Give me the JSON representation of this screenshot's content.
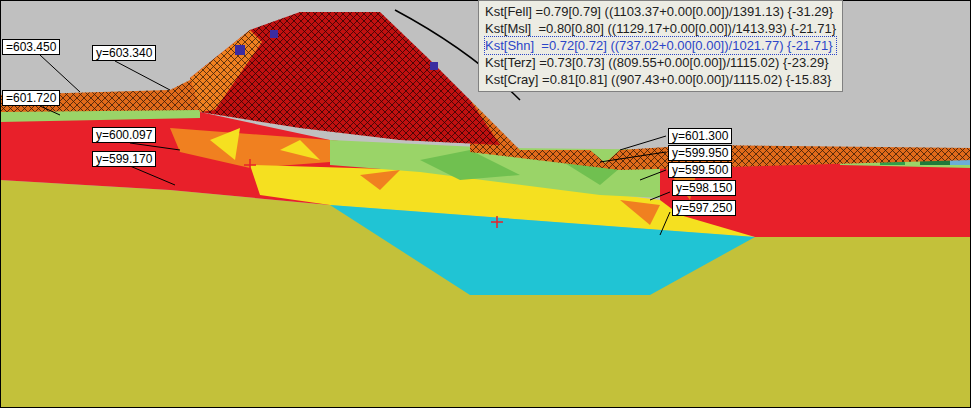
{
  "diagram": {
    "nodes": [
      {
        "text": [
          "Kst[Fell] =0.79[0.79] ((1103.37+0.00[0.00])/1391.13) {-31.29}",
          "Kst[Msl]  =0.80[0.80] ((1129.17+0.00[0.00])/1413.93) {-21.71}",
          "Kst[Shn]  =0.72[0.72] ((737.02+0.00[0.00])/1021.77) {-21.71}",
          "Kst[Terz] =0.73[0.73] ((809.55+0.00[0.00])/1115.02) {-23.29}",
          "Kst[Cray] =0.81[0.81] ((907.43+0.00[0.00])/1115.02) {-15.83}"
        ]
      }
    ],
    "labels": [
      "=603.450",
      "y=603.340",
      "=601.720",
      "y=600.097",
      "y=599.170",
      "y=601.300",
      "y=599.950",
      "y=599.500",
      "y=598.150",
      "y=597.250"
    ]
  }
}
